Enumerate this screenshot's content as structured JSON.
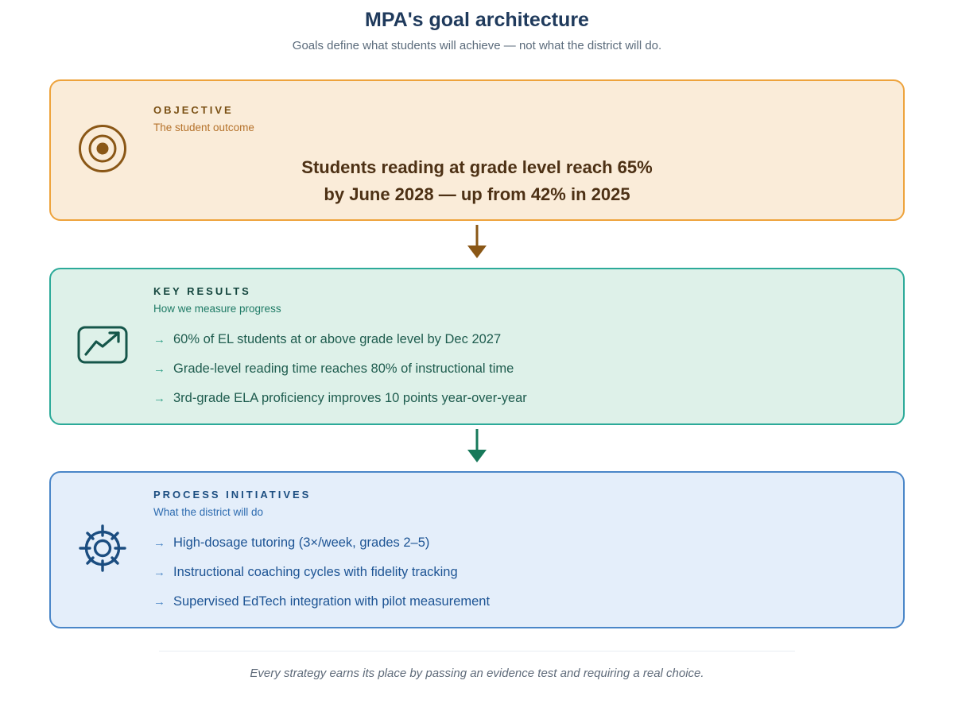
{
  "header": {
    "title": "MPA's goal architecture",
    "subtitle": "Goals define what students will achieve — not what the district will do."
  },
  "glyphs": {
    "bullet_arrow": "→"
  },
  "cards": {
    "objective": {
      "label": "OBJECTIVE",
      "sublabel": "The student outcome",
      "headline_line1": "Students reading at grade level reach 65%",
      "headline_line2": "by June 2028 — up from 42% in 2025",
      "icon": "bullseye-target-icon",
      "colors": {
        "background": "#faecd9",
        "border": "#eea33c",
        "accent": "#8a5716",
        "headline": "#4d3115"
      }
    },
    "key_results": {
      "label": "KEY RESULTS",
      "sublabel": "How we measure progress",
      "items": [
        "60% of EL students at or above grade level by Dec 2027",
        "Grade-level reading time reaches 80% of instructional time",
        "3rd-grade ELA proficiency improves 10 points year-over-year"
      ],
      "icon": "trending-up-chart-icon",
      "colors": {
        "background": "#def1e9",
        "border": "#2caa99",
        "accent": "#15564a",
        "text": "#1e5c4e"
      }
    },
    "process_initiatives": {
      "label": "PROCESS INITIATIVES",
      "sublabel": "What the district will do",
      "items": [
        "High-dosage tutoring (3×/week, grades 2–5)",
        "Instructional coaching cycles with fidelity tracking",
        "Supervised EdTech integration with pilot measurement"
      ],
      "icon": "crosshair-gear-icon",
      "colors": {
        "background": "#e4eefa",
        "border": "#4a86c8",
        "accent": "#1b4d80",
        "text": "#1d5494"
      }
    }
  },
  "connectors": {
    "objective_to_key_results_color": "#8a5716",
    "key_results_to_process_color": "#17795a"
  },
  "footer": {
    "note": "Every strategy earns its place by passing an evidence test and requiring a real choice."
  }
}
